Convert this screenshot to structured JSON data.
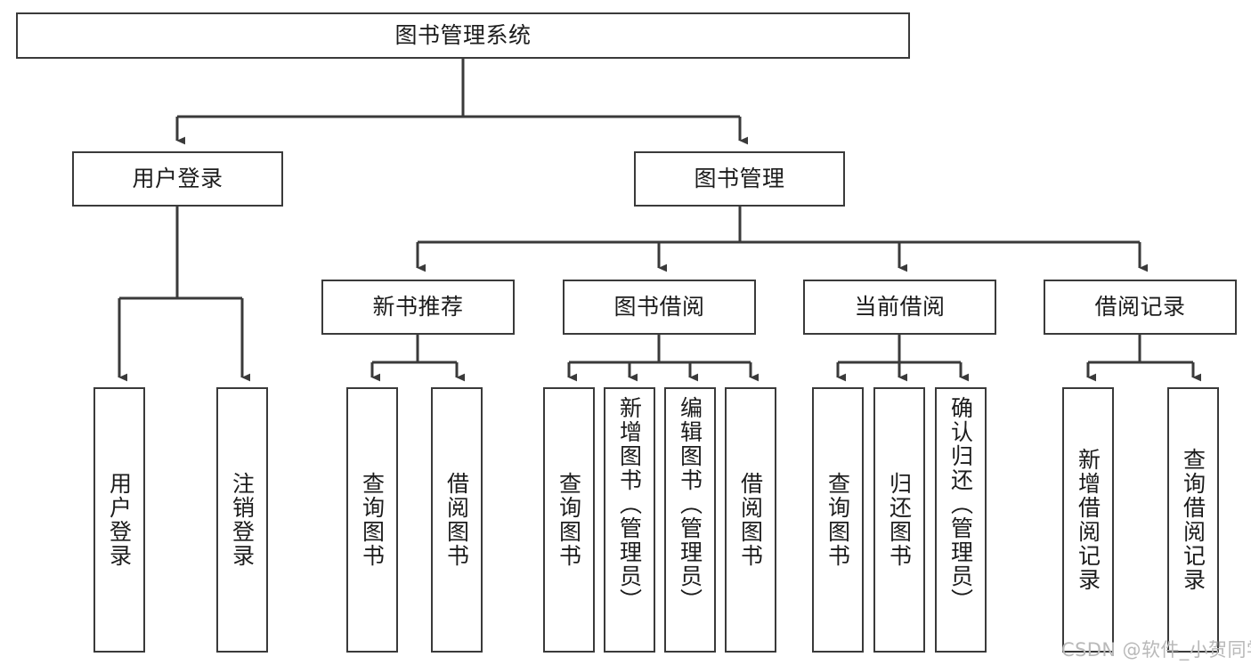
{
  "diagram": {
    "type": "tree",
    "title": "图书管理系统",
    "orientation": "top-down",
    "colors": {
      "box_border": "#3a3a3a",
      "box_fill": "#ffffff",
      "connector": "#3a3a3a",
      "text": "#1c1c1c",
      "watermark": "#b9b9b9"
    },
    "root": {
      "label": "图书管理系统"
    },
    "level2": [
      {
        "label": "用户登录"
      },
      {
        "label": "图书管理"
      }
    ],
    "level3": [
      {
        "label": "新书推荐"
      },
      {
        "label": "图书借阅"
      },
      {
        "label": "当前借阅"
      },
      {
        "label": "借阅记录"
      }
    ],
    "leaves": {
      "user_login": [
        {
          "label": "用户登录"
        },
        {
          "label": "注销登录"
        }
      ],
      "new_book_recommend": [
        {
          "label": "查询图书"
        },
        {
          "label": "借阅图书"
        }
      ],
      "book_borrow": [
        {
          "label": "查询图书"
        },
        {
          "label": "新增图书（管理员）"
        },
        {
          "label": "编辑图书（管理员）"
        },
        {
          "label": "借阅图书"
        }
      ],
      "current_borrow": [
        {
          "label": "查询图书"
        },
        {
          "label": "归还图书"
        },
        {
          "label": "确认归还（管理员）"
        }
      ],
      "borrow_record": [
        {
          "label": "新增借阅记录"
        },
        {
          "label": "查询借阅记录"
        }
      ]
    }
  },
  "watermark": {
    "text": "CSDN @软件_小贺同学"
  }
}
